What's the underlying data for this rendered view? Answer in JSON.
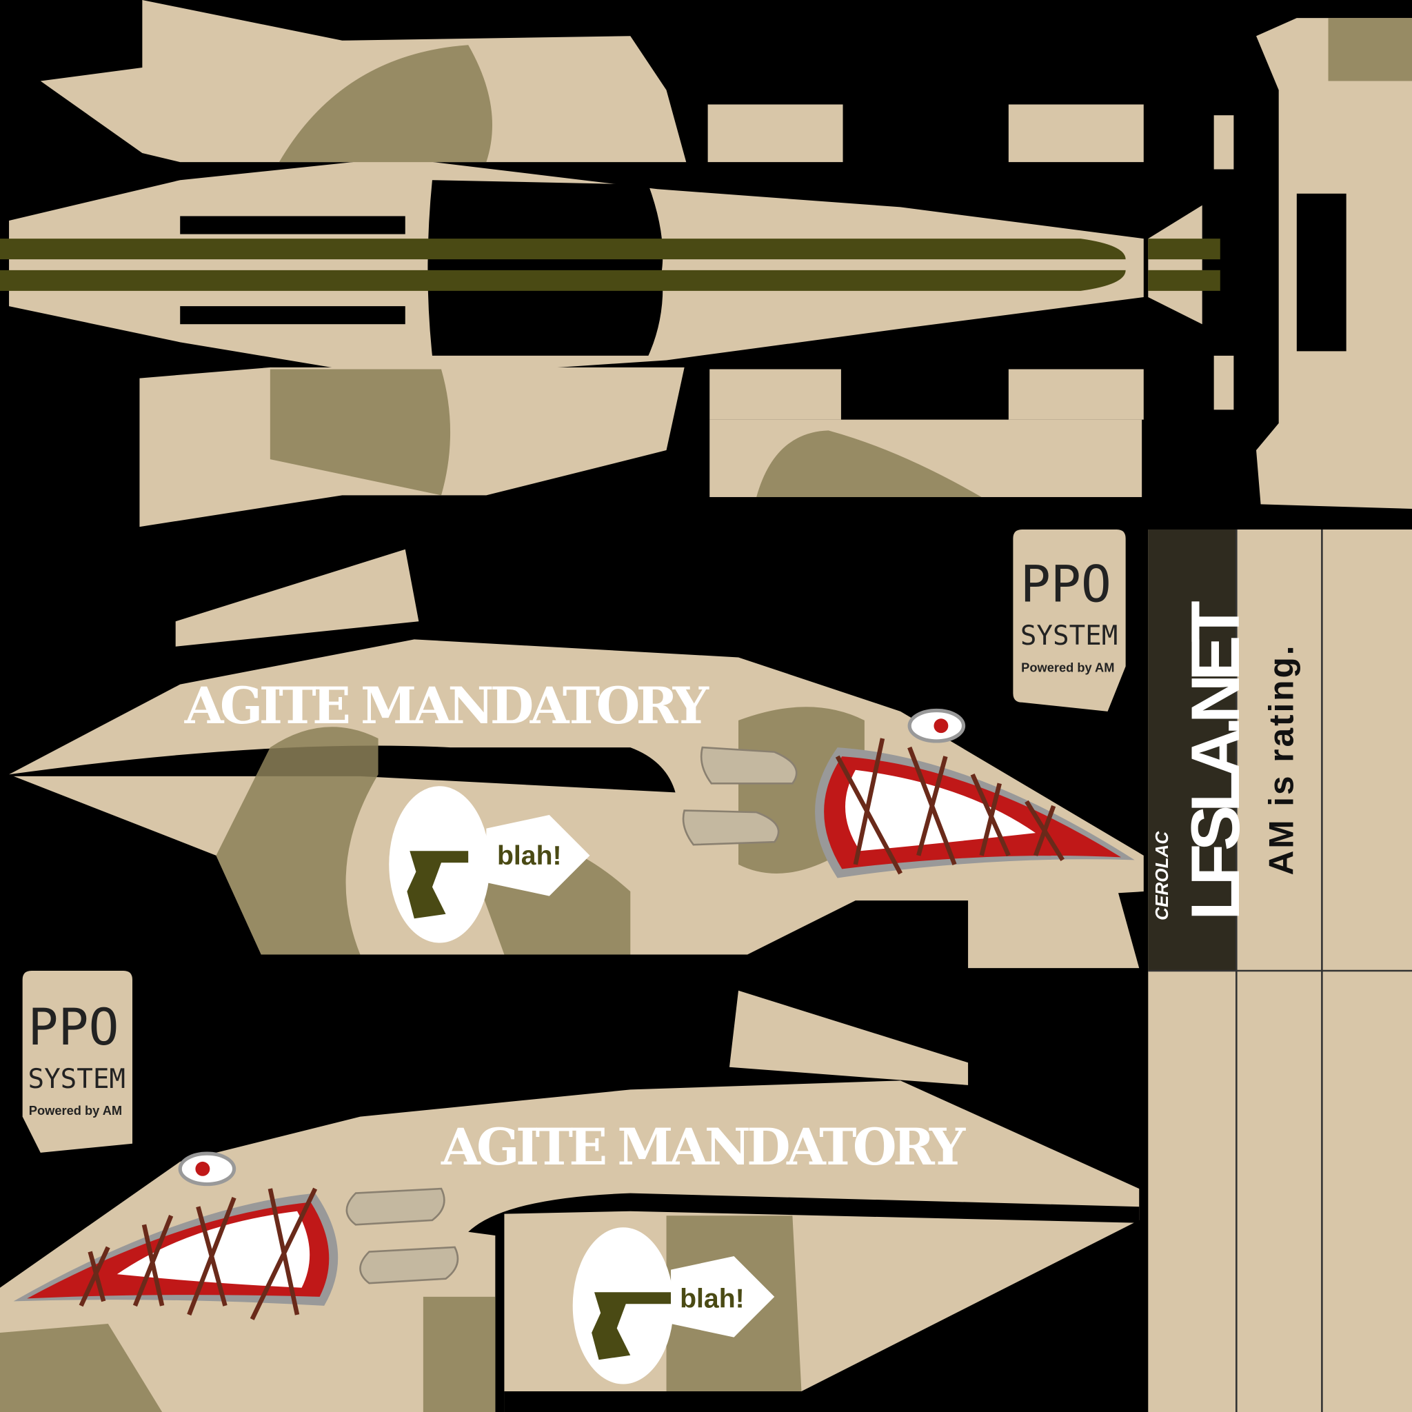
{
  "colors": {
    "background": "#000000",
    "paint": "#d8c6a8",
    "camo": "#8c8058",
    "stripe": "#4a4a14",
    "panel": "#2f2b1f",
    "mouth": "#c01818"
  },
  "decals": {
    "team_name_top": "AGITE MANDATORY",
    "team_name_bottom": "AGITE MANDATORY",
    "blah_top": "blah!",
    "blah_bottom": "blah!",
    "ppo_top": {
      "title": "PPO",
      "subtitle": "SYSTEM",
      "tagline": "Powered by AM"
    },
    "ppo_bottom": {
      "title": "PPO",
      "subtitle": "SYSTEM",
      "tagline": "Powered by AM"
    },
    "sponsor_small": "CEROLAC",
    "sponsor_main": "LFSLA.NET",
    "slogan": "AM is rating."
  }
}
